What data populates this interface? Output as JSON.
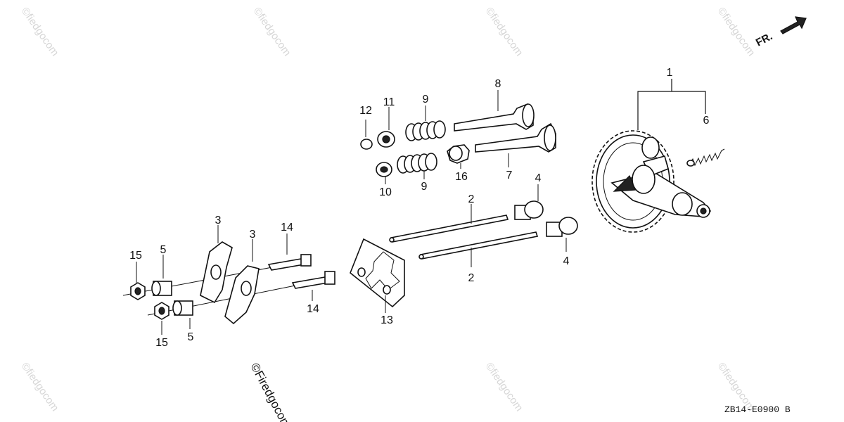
{
  "watermarks": {
    "text": "©fiedgocom",
    "dark_text": "©Firedgocom"
  },
  "diagram_code": "ZB14-E0900 B",
  "front_indicator": "FR.",
  "callouts": [
    {
      "id": "c1",
      "text": "1"
    },
    {
      "id": "c2a",
      "text": "2"
    },
    {
      "id": "c2b",
      "text": "2"
    },
    {
      "id": "c3a",
      "text": "3"
    },
    {
      "id": "c3b",
      "text": "3"
    },
    {
      "id": "c4a",
      "text": "4"
    },
    {
      "id": "c4b",
      "text": "4"
    },
    {
      "id": "c5a",
      "text": "5"
    },
    {
      "id": "c5b",
      "text": "5"
    },
    {
      "id": "c6",
      "text": "6"
    },
    {
      "id": "c7",
      "text": "7"
    },
    {
      "id": "c8",
      "text": "8"
    },
    {
      "id": "c9a",
      "text": "9"
    },
    {
      "id": "c9b",
      "text": "9"
    },
    {
      "id": "c10",
      "text": "10"
    },
    {
      "id": "c11",
      "text": "11"
    },
    {
      "id": "c12",
      "text": "12"
    },
    {
      "id": "c13",
      "text": "13"
    },
    {
      "id": "c14a",
      "text": "14"
    },
    {
      "id": "c14b",
      "text": "14"
    },
    {
      "id": "c15a",
      "text": "15"
    },
    {
      "id": "c15b",
      "text": "15"
    },
    {
      "id": "c16",
      "text": "16"
    }
  ]
}
